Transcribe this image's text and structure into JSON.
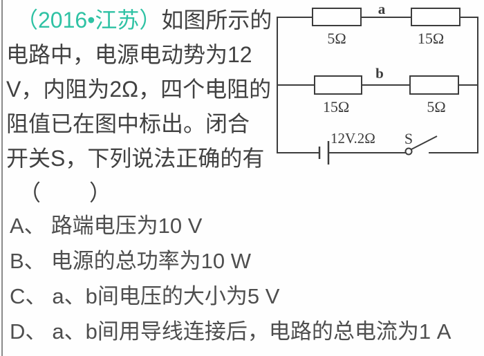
{
  "question": {
    "tag": "（2016•江苏）",
    "line1_rest": "如图所示的",
    "line2": "电路中，电源电动势为12",
    "line3": "V，内阻为2Ω，四个电阻的",
    "line4": "阻值已在图中标出。闭合",
    "line5": "开关S，下列说法正确的有",
    "line6": "（　　）"
  },
  "options": [
    {
      "label": "A、",
      "text": "路端电压为10 V"
    },
    {
      "label": "B、",
      "text": "电源的总功率为10 W"
    },
    {
      "label": "C、",
      "text": "a、b间电压的大小为5 V"
    },
    {
      "label": "D、",
      "text": "a、b间用导线连接后，电路的总电流为1 A"
    }
  ],
  "circuit": {
    "node_a": "a",
    "node_b": "b",
    "resistor_top_left": "5Ω",
    "resistor_top_right": "15Ω",
    "resistor_mid_left": "15Ω",
    "resistor_mid_right": "5Ω",
    "battery_label": "12V.2Ω",
    "switch_label": "S"
  },
  "colors": {
    "accent_teal": "#2fc2a4",
    "question_text": "#414141",
    "option_text": "#4e4e4e",
    "circuit_stroke": "#3c3c3c",
    "side_border": "#8a8a8a",
    "background": "#fefefe"
  }
}
